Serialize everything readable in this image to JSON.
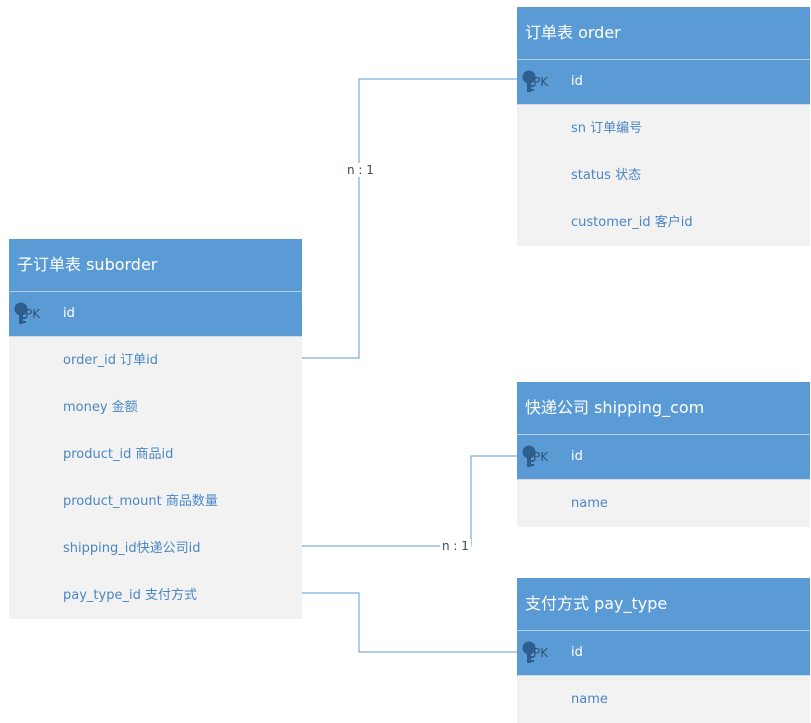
{
  "entities": {
    "order": {
      "title": "订单表 order",
      "pk": {
        "label": "PK",
        "name": "id"
      },
      "attributes": [
        "sn 订单编号",
        "status 状态",
        "customer_id  客户id"
      ]
    },
    "suborder": {
      "title": "子订单表 suborder",
      "pk": {
        "label": "PK",
        "name": "id"
      },
      "attributes": [
        "order_id 订单id",
        "money 金额",
        "product_id 商品id",
        "product_mount 商品数量",
        "shipping_id快递公司id",
        "pay_type_id 支付方式"
      ]
    },
    "shipping": {
      "title": "快递公司 shipping_com",
      "pk": {
        "label": "PK",
        "name": "id"
      },
      "attributes": [
        "name"
      ]
    },
    "pay_type": {
      "title": "支付方式 pay_type",
      "pk": {
        "label": "PK",
        "name": "id"
      },
      "attributes": [
        "name"
      ]
    }
  },
  "relationships": [
    {
      "from": "suborder.order_id",
      "to": "order.id",
      "label": "n : 1"
    },
    {
      "from": "suborder.shipping_id",
      "to": "shipping.id",
      "label": "n : 1"
    },
    {
      "from": "suborder.pay_type_id",
      "to": "pay_type.id",
      "label": ""
    }
  ],
  "colors": {
    "header": "#5b9bd5",
    "body": "#f2f2f2",
    "text": "#4a86c5",
    "line": "#5b9bd5"
  }
}
